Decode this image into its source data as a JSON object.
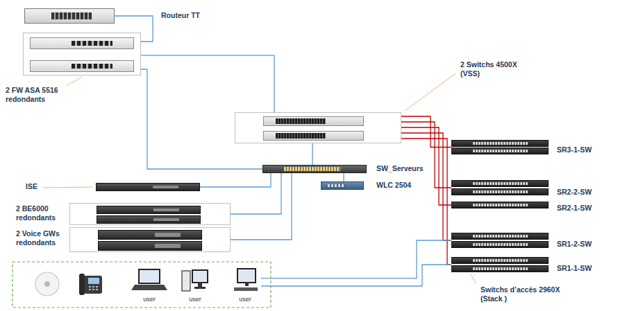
{
  "diagram": {
    "nodes": [
      {
        "text": [
          "Routeur TT"
        ]
      },
      {
        "text": [
          "2 FW ASA 5516 redondants"
        ]
      },
      {
        "text": [
          "2 Switchs 4500X (VSS)"
        ]
      },
      {
        "text": [
          "SW_Serveurs"
        ]
      },
      {
        "text": [
          "WLC 2504"
        ]
      },
      {
        "text": [
          "ISE"
        ]
      },
      {
        "text": [
          "2 BE6000 redondants"
        ]
      },
      {
        "text": [
          "2 Voice GWs redondants"
        ]
      },
      {
        "text": [
          "user"
        ]
      },
      {
        "text": [
          "user"
        ]
      },
      {
        "text": [
          "user"
        ]
      },
      {
        "text": [
          "SR3-1-SW"
        ]
      },
      {
        "text": [
          "SR2-2-SW"
        ]
      },
      {
        "text": [
          "SR2-1-SW"
        ]
      },
      {
        "text": [
          "SR1-2-SW"
        ]
      },
      {
        "text": [
          "SR1-1-SW"
        ]
      }
    ],
    "edges": [
      {
        "from": 0,
        "to": 1,
        "arrow": "none"
      },
      {
        "from": 1,
        "to": 2,
        "arrow": "none"
      },
      {
        "from": 1,
        "to": 3,
        "arrow": "none"
      },
      {
        "from": 2,
        "to": 3,
        "arrow": "none"
      },
      {
        "from": 3,
        "to": 4,
        "arrow": "none"
      },
      {
        "from": 3,
        "to": 5,
        "arrow": "none"
      },
      {
        "from": 3,
        "to": 6,
        "arrow": "none"
      },
      {
        "from": 3,
        "to": 7,
        "arrow": "none"
      },
      {
        "from": 2,
        "to": 11,
        "arrow": "none"
      },
      {
        "from": 2,
        "to": 12,
        "arrow": "none"
      },
      {
        "from": 2,
        "to": 13,
        "arrow": "none"
      },
      {
        "from": 2,
        "to": 14,
        "arrow": "none"
      },
      {
        "from": 2,
        "to": 15,
        "arrow": "none"
      },
      {
        "from": 10,
        "to": 15,
        "arrow": "none"
      },
      {
        "from": 10,
        "to": 14,
        "arrow": "none"
      }
    ],
    "labels": [
      "Switchs d’accès 2960X (Stack )"
    ]
  }
}
